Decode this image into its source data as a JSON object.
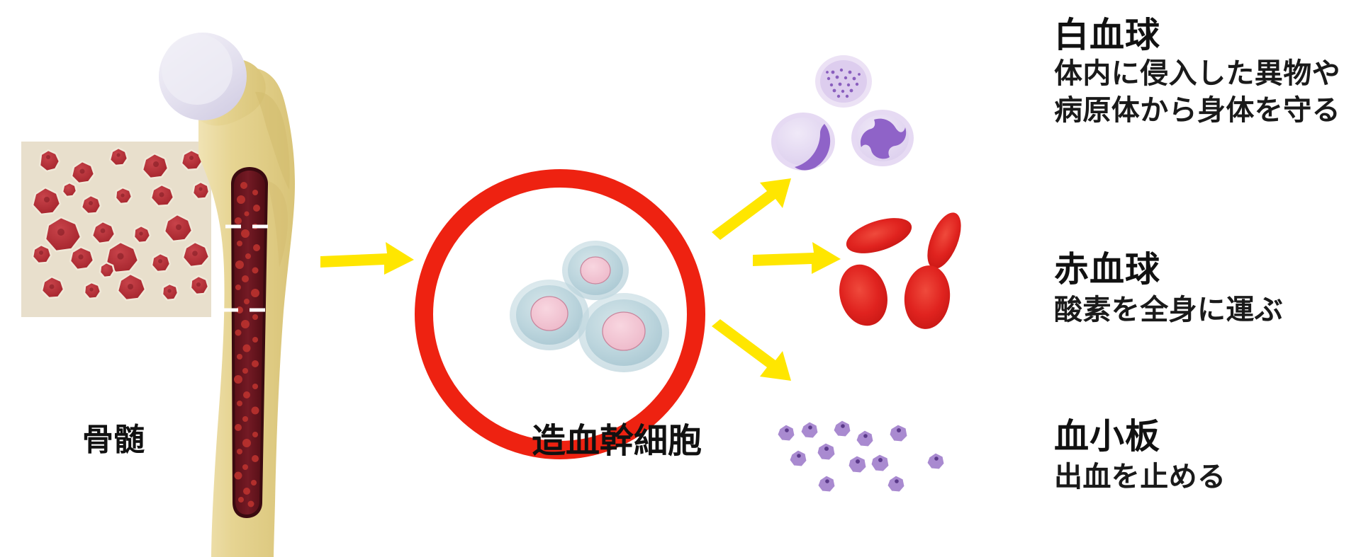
{
  "diagram": {
    "title_implicit": "",
    "background": "#ffffff"
  },
  "labels": {
    "marrow": "骨髄",
    "stem_cell": "造血幹細胞"
  },
  "lineage": [
    {
      "id": "white-blood-cell",
      "title": "白血球",
      "description_lines": [
        "体内に侵入した異物や",
        "病原体から身体を守る"
      ],
      "color": "#b49ad4"
    },
    {
      "id": "red-blood-cell",
      "title": "赤血球",
      "description_lines": [
        "酸素を全身に運ぶ"
      ],
      "color": "#e0231f"
    },
    {
      "id": "platelet",
      "title": "血小板",
      "description_lines": [
        "出血を止める"
      ],
      "color": "#9a7ec4"
    }
  ],
  "colors": {
    "highlight_circle": "#ee2211",
    "arrow": "#ffe600",
    "bone": "#e4d08c",
    "bone_shadow": "#d4bf77",
    "cartilage": "#e4e0ee",
    "marrow_red": "#6d1620",
    "marrow_speckle": "#c0342f",
    "marrow_tile_bg": "#e8dfcc",
    "marrow_cell": "#b52f37",
    "stem_cell_cytoplasm": "#b9d3dc",
    "stem_cell_nucleus": "#f2c2d0",
    "wbc_body": "#ddd0ee",
    "wbc_nucleus": "#8f63c8",
    "rbc": "#e0231f",
    "platelet": "#a98ad0",
    "platelet_dot": "#5b3a8a",
    "text": "#111111"
  },
  "icons": {
    "marrow_tile": "bone-marrow-tile-icon",
    "femur": "femur-bone-icon",
    "arrow": "yellow-arrow-icon",
    "circle": "red-highlight-circle-icon",
    "stem_cells": "hematopoietic-stem-cell-icon",
    "wbc": "white-blood-cell-icon",
    "rbc": "red-blood-cell-icon",
    "platelets": "platelet-icon"
  },
  "counts": {
    "stem_cells": 3,
    "white_blood_cells": 3,
    "red_blood_cells": 4,
    "platelets": 11,
    "arrows": 4
  }
}
